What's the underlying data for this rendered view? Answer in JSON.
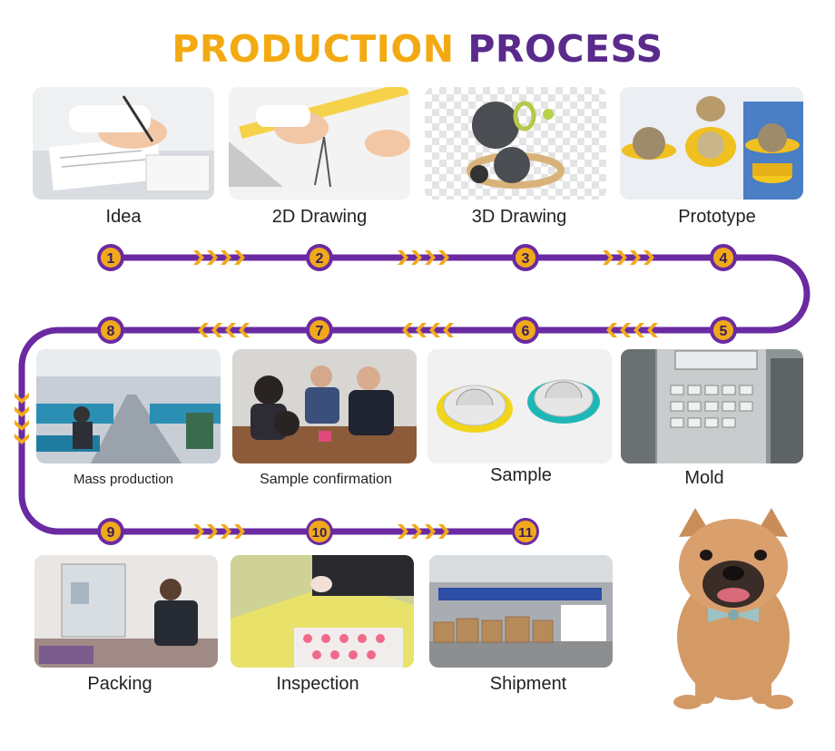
{
  "title": {
    "word1": "PRODUCTION",
    "word2": "PROCESS"
  },
  "colors": {
    "accent_orange": "#f3aa12",
    "accent_purple": "#5a2a8c",
    "circle_fill": "#f0a91a",
    "text": "#222222"
  },
  "steps": [
    {
      "number": "1",
      "label": "Idea"
    },
    {
      "number": "2",
      "label": "2D Drawing"
    },
    {
      "number": "3",
      "label": "3D Drawing"
    },
    {
      "number": "4",
      "label": "Prototype"
    },
    {
      "number": "5",
      "label": "Mold"
    },
    {
      "number": "6",
      "label": "Sample"
    },
    {
      "number": "7",
      "label": "Sample confirmation"
    },
    {
      "number": "8",
      "label": "Mass production"
    },
    {
      "number": "9",
      "label": "Packing"
    },
    {
      "number": "10",
      "label": "Inspection"
    },
    {
      "number": "11",
      "label": "Shipment"
    }
  ]
}
